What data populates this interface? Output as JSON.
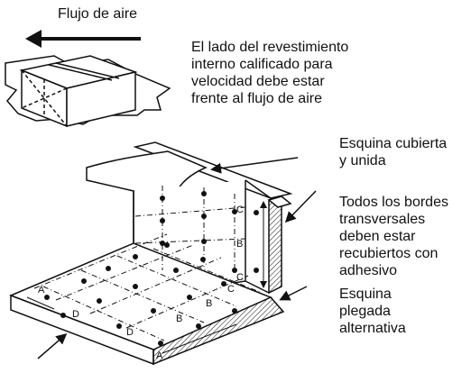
{
  "labels": {
    "airflow": "Flujo de aire",
    "velocity_note": "El lado del revestimiento\ninterno calificado para\nvelocidad debe estar\nfrente al flujo de aire",
    "corner_note": "Esquina cubierta\ny unida",
    "edges_note": "Todos los bordes\ntransversales\ndeben estar\nrecubiertos con\nadhesivo",
    "alt_note": "Esquina\nplegada\nalternativa"
  },
  "dimension_letters": {
    "a": "A",
    "b": "B",
    "c": "C",
    "d": "D"
  }
}
